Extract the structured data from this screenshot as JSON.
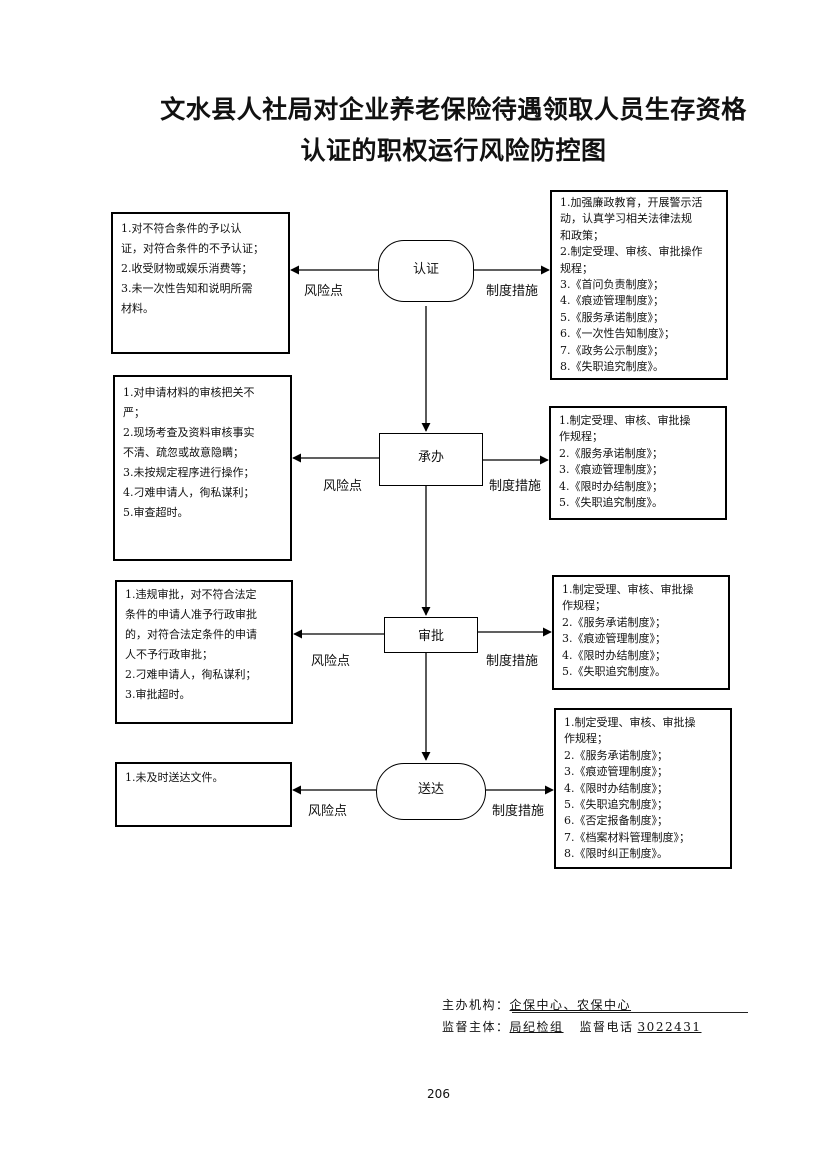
{
  "title": {
    "line1": "文水县人社局对企业养老保险待遇领取人员生存资格",
    "line2": "认证的职权运行风险防控图"
  },
  "labels": {
    "risk": "风险点",
    "control": "制度措施"
  },
  "steps": [
    {
      "name": "认证",
      "risks": [
        "1.对不符合条件的予以认",
        "证，对符合条件的不予认证；",
        "2.收受财物或娱乐消费等；",
        "3.未一次性告知和说明所需",
        "材料。"
      ],
      "controls": [
        "1.加强廉政教育，开展警示活",
        "动，认真学习相关法律法规",
        "和政策；",
        "2.制定受理、审核、审批操作",
        "规程；",
        "3.《首问负责制度》；",
        "4.《痕迹管理制度》；",
        "5.《服务承诺制度》；",
        "6.《一次性告知制度》；",
        "7.《政务公示制度》；",
        "8.《失职追究制度》。"
      ]
    },
    {
      "name": "承办",
      "risks": [
        "1.对申请材料的审核把关不",
        "严；",
        "2.现场考查及资料审核事实",
        "不清、疏忽或故意隐瞒；",
        "3.未按规定程序进行操作；",
        "4.刁难申请人，徇私谋利；",
        "5.审查超时。"
      ],
      "controls": [
        "1.制定受理、审核、审批操",
        "作规程；",
        "2.《服务承诺制度》；",
        "3.《痕迹管理制度》；",
        "4.《限时办结制度》；",
        "5.《失职追究制度》。"
      ]
    },
    {
      "name": "审批",
      "risks": [
        "1.违规审批，对不符合法定",
        "条件的申请人准予行政审批",
        "的，对符合法定条件的申请",
        "人不予行政审批；",
        "2.刁难申请人，徇私谋利；",
        "3.审批超时。"
      ],
      "controls": [
        "1.制定受理、审核、审批操",
        "作规程；",
        "2.《服务承诺制度》；",
        "3.《痕迹管理制度》；",
        "4.《限时办结制度》；",
        "5.《失职追究制度》。"
      ]
    },
    {
      "name": "送达",
      "risks": [
        "1.未及时送达文件。"
      ],
      "controls": [
        "1.制定受理、审核、审批操",
        "作规程；",
        "2.《服务承诺制度》；",
        "3.《痕迹管理制度》；",
        "4.《限时办结制度》；",
        "5.《失职追究制度》；",
        "6.《否定报备制度》；",
        "7.《档案材料管理制度》；",
        "8.《限时纠正制度》。"
      ]
    }
  ],
  "footer": {
    "organizer_label": "主办机构：",
    "organizer": "企保中心、农保中心",
    "supervisor_label": "监督主体：",
    "supervisor": "局纪检组",
    "phone_label": "监督电话",
    "phone": "3022431"
  },
  "page_number": "206"
}
